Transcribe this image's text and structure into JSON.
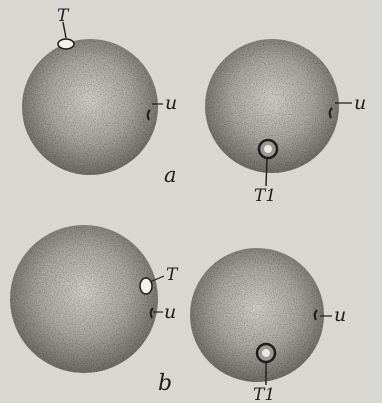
{
  "colors": {
    "paper": "#d8d7d1",
    "sphere_light": "#d2d1cb",
    "sphere_dark": "#6e6d68",
    "ink": "#1e1e1e"
  },
  "panel_a": {
    "label": "a",
    "sphere_left": {
      "marker_T": "T",
      "marker_u": "u"
    },
    "sphere_right": {
      "marker_u": "u",
      "marker_T1": "T1"
    }
  },
  "panel_b": {
    "label": "b",
    "sphere_left": {
      "marker_T": "T",
      "marker_u": "u"
    },
    "sphere_right": {
      "marker_u": "u",
      "marker_T1": "T1"
    }
  }
}
